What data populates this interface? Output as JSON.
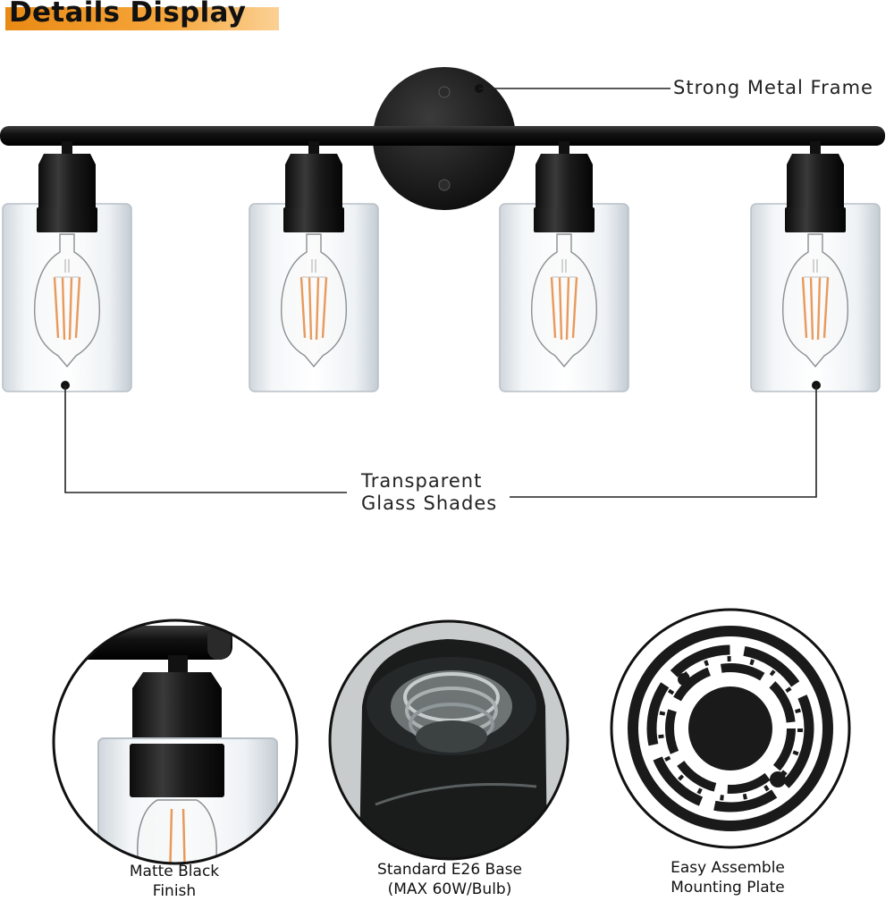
{
  "heading": {
    "title": "Details Display"
  },
  "callouts": {
    "frame": "Strong Metal Frame",
    "shades_line1": "Transparent",
    "shades_line2": "Glass Shades"
  },
  "features": [
    {
      "line1": "Matte Black",
      "line2": "Finish"
    },
    {
      "line1": "Standard E26 Base",
      "line2": "(MAX 60W/Bulb)"
    },
    {
      "line1": "Easy Assemble",
      "line2": "Mounting Plate"
    }
  ],
  "colors": {
    "accent": "#f39a2b",
    "metal": "#1a1a1a",
    "filament": "#e89a5c"
  }
}
